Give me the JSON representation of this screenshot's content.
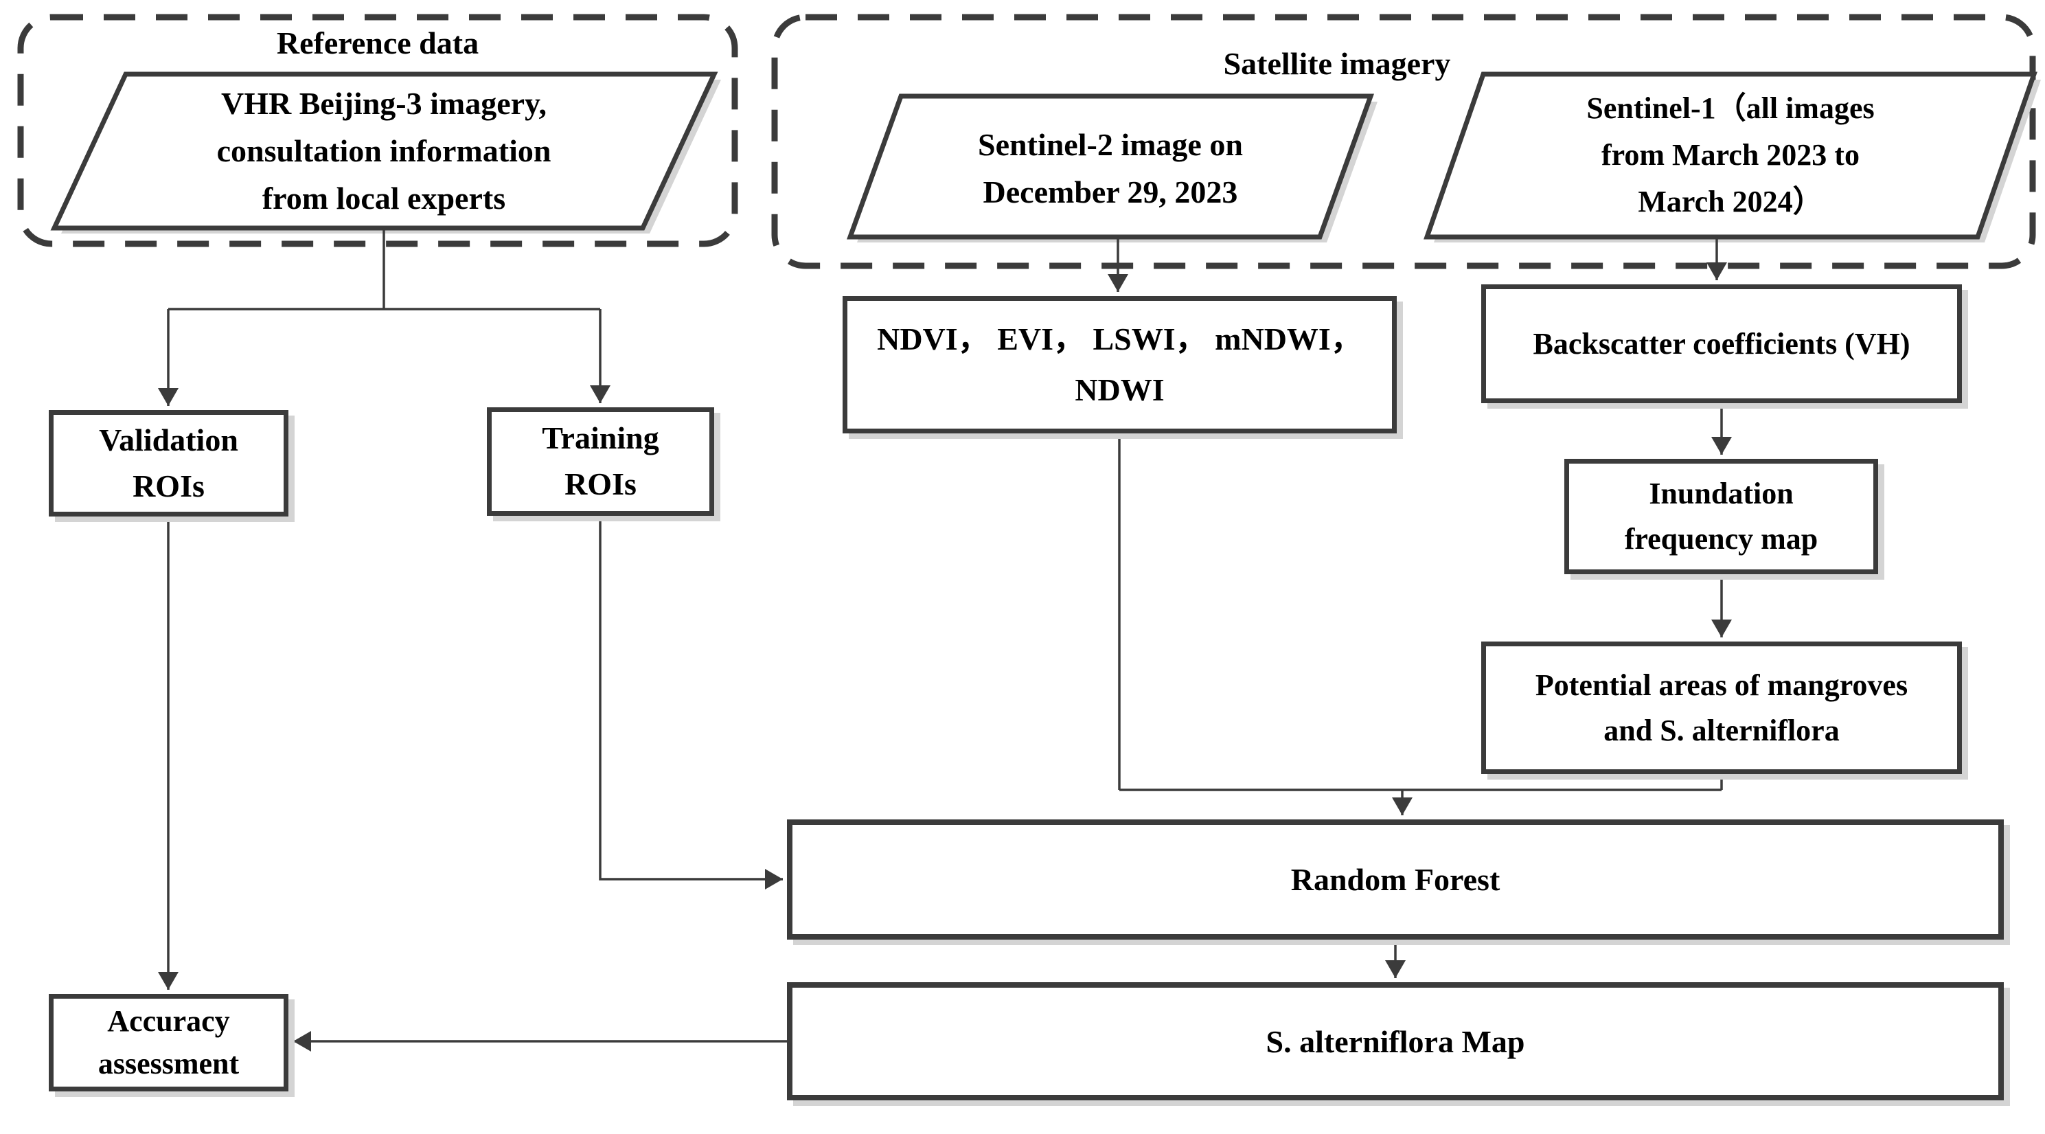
{
  "diagram": {
    "groups": {
      "reference": {
        "label": "Reference data"
      },
      "satellite": {
        "label": "Satellite imagery"
      }
    },
    "nodes": {
      "vhr": {
        "text": "VHR Beijing-3 imagery,\nconsultation information\nfrom local experts",
        "shape": "parallelogram"
      },
      "sentinel2": {
        "text": "Sentinel-2 image on\nDecember 29, 2023",
        "shape": "parallelogram"
      },
      "sentinel1": {
        "text": "Sentinel-1（all images\nfrom March 2023 to\nMarch 2024）",
        "shape": "parallelogram"
      },
      "indices": {
        "text": "NDVI， EVI， LSWI， mNDWI，\nNDWI",
        "shape": "rectangle"
      },
      "backscatter": {
        "text": "Backscatter coefficients (VH)",
        "shape": "rectangle"
      },
      "inundation": {
        "text": "Inundation\nfrequency map",
        "shape": "rectangle"
      },
      "potential": {
        "text": "Potential areas of mangroves\nand S. alterniflora",
        "shape": "rectangle"
      },
      "validation": {
        "text": "Validation\nROIs",
        "shape": "rectangle"
      },
      "training": {
        "text": "Training\nROIs",
        "shape": "rectangle"
      },
      "random_forest": {
        "text": "Random Forest",
        "shape": "rectangle"
      },
      "map": {
        "text": "S. alterniflora Map",
        "shape": "rectangle"
      },
      "accuracy": {
        "text": "Accuracy\nassessment",
        "shape": "rectangle"
      }
    },
    "colors": {
      "stroke": "#3b3b3b",
      "text": "#000000",
      "shadow": "#d4d4d4",
      "background": "#ffffff"
    }
  }
}
